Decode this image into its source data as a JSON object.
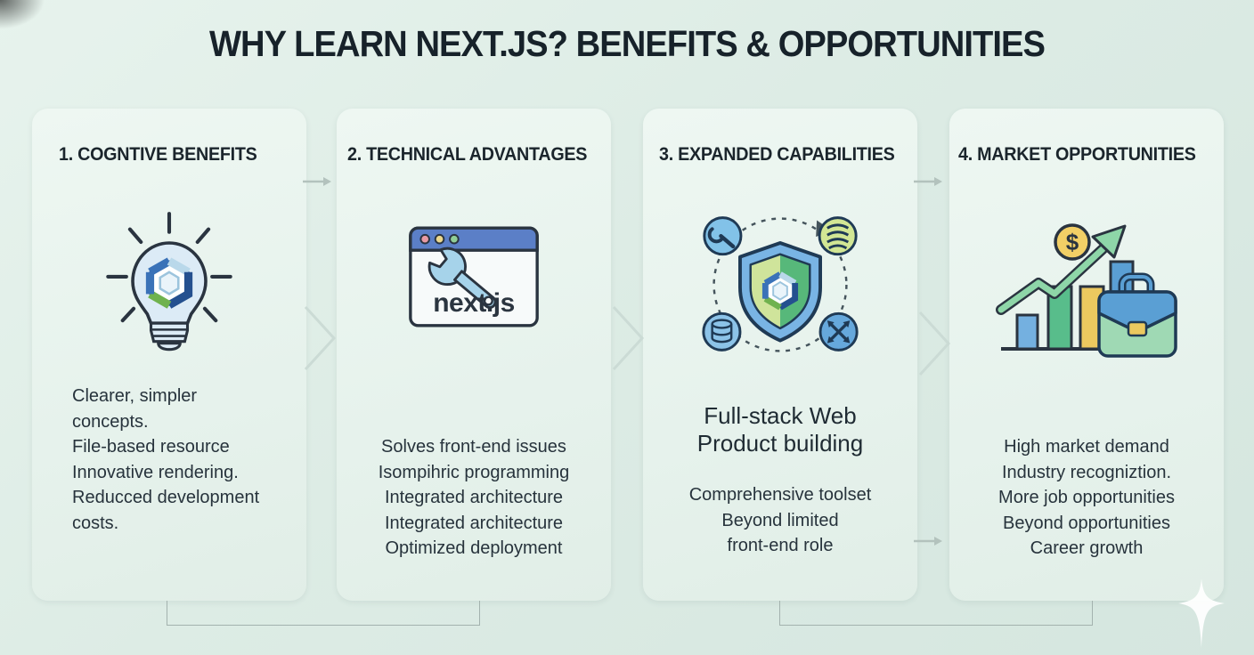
{
  "page": {
    "title": "WHY LEARN NEXT.JS? BENEFITS & OPPORTUNITIES"
  },
  "cards": [
    {
      "heading": "1. COGNTIVE BENEFITS",
      "icon": "lightbulb-idea-icon",
      "body": [
        "Clearer, simpler",
        "concepts.",
        "File-based resource",
        "Innovative rendering.",
        "Reducced development",
        "costs."
      ]
    },
    {
      "heading": "2. TECHNICAL ADVANTAGES",
      "icon": "browser-wrench-icon",
      "icon_label": "next.js",
      "body": [
        "Solves front-end issues",
        "Isompihric programming",
        "Integrated architecture",
        "Integrated architecture",
        "Optimized deployment"
      ]
    },
    {
      "heading": "3. EXPANDED CAPABILITIES",
      "icon": "shield-ecosystem-icon",
      "subheading": [
        "Full-stack Web",
        "Product building"
      ],
      "body": [
        "Comprehensive toolset",
        "Beyond limited",
        "front-end role"
      ]
    },
    {
      "heading": "4. MARKET OPPORTUNITIES",
      "icon": "growth-chart-briefcase-icon",
      "coin_symbol": "$",
      "body": [
        "High market demand",
        "Industry recogniztion.",
        "More job opportunities",
        "Beyond opportunities",
        "Career growth"
      ]
    }
  ],
  "colors": {
    "background": "#ddece5",
    "card_bg": "#e9f4ee",
    "title_text": "#17222a",
    "body_text": "#27333c",
    "accent_blue": "#5a9fd4",
    "accent_green": "#58bd8b",
    "accent_yellow": "#ecc95f",
    "outline_dark": "#2a3440",
    "connector_gray": "#a3b2ae"
  }
}
